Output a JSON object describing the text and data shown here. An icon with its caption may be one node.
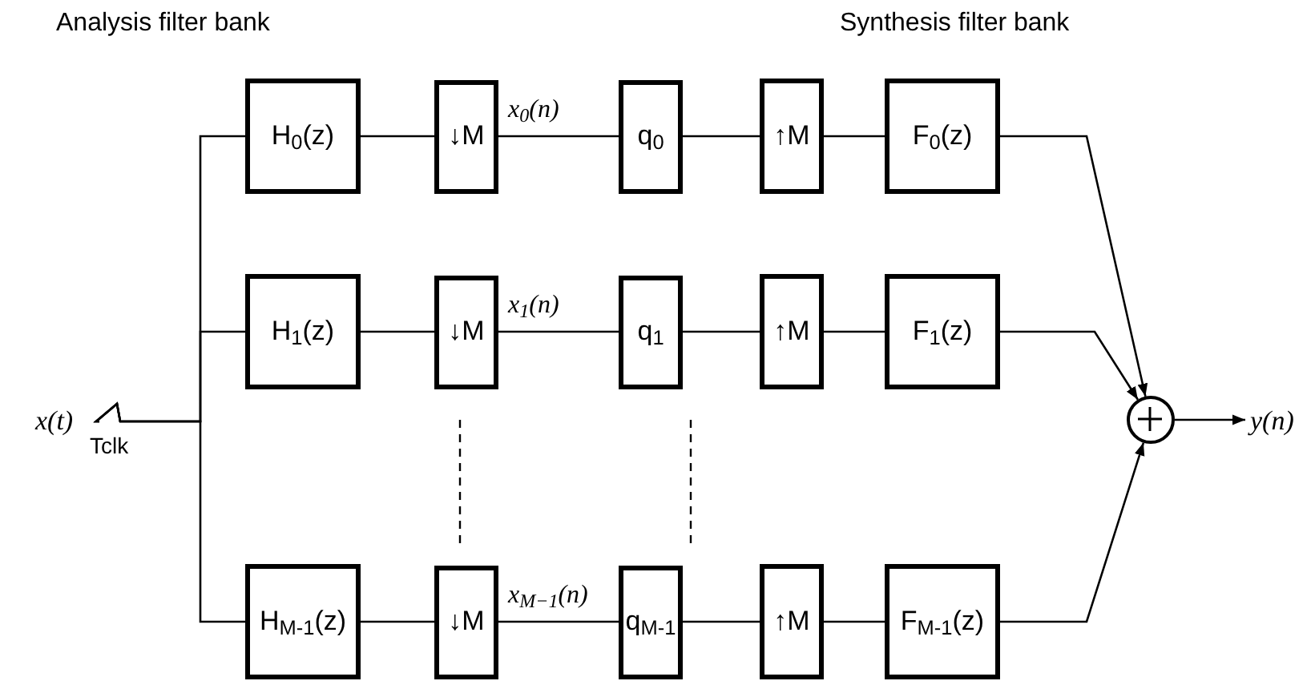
{
  "diagram": {
    "nodes": [
      {
        "text": [
          "x(t)"
        ]
      },
      {
        "text": [
          "H$_{0}$(z)"
        ]
      },
      {
        "text": [
          "↓M"
        ]
      },
      {
        "text": [
          "q$_{0}$"
        ]
      },
      {
        "text": [
          "↑M"
        ]
      },
      {
        "text": [
          "F$_{0}$(z)"
        ]
      },
      {
        "text": [
          "H$_{1}$(z)"
        ]
      },
      {
        "text": [
          "↓M"
        ]
      },
      {
        "text": [
          "q$_{1}$"
        ]
      },
      {
        "text": [
          "↑M"
        ]
      },
      {
        "text": [
          "F$_{1}$(z)"
        ]
      },
      {
        "text": [
          "H$_{M-1}$(z)"
        ]
      },
      {
        "text": [
          "↓M"
        ]
      },
      {
        "text": [
          "q$_{M-1}$"
        ]
      },
      {
        "text": [
          "↑M"
        ]
      },
      {
        "text": [
          "F$_{M-1}$(z)"
        ]
      },
      {
        "text": [],
        "shape": "circle"
      },
      {
        "text": [
          "y(n)"
        ]
      }
    ],
    "edges": [
      {
        "from": 0,
        "to": 1,
        "arrow": "none"
      },
      {
        "from": 0,
        "to": 6,
        "arrow": "none"
      },
      {
        "from": 0,
        "to": 11,
        "arrow": "none"
      },
      {
        "from": 1,
        "to": 2,
        "arrow": "none"
      },
      {
        "from": 2,
        "to": 3,
        "arrow": "none",
        "label": "x$_{0}$(n)"
      },
      {
        "from": 3,
        "to": 4,
        "arrow": "none"
      },
      {
        "from": 4,
        "to": 5,
        "arrow": "none"
      },
      {
        "from": 5,
        "to": 16,
        "arrow": "to"
      },
      {
        "from": 6,
        "to": 7,
        "arrow": "none"
      },
      {
        "from": 7,
        "to": 8,
        "arrow": "none",
        "label": "x$_{1}$(n)"
      },
      {
        "from": 8,
        "to": 9,
        "arrow": "none"
      },
      {
        "from": 9,
        "to": 10,
        "arrow": "none"
      },
      {
        "from": 10,
        "to": 16,
        "arrow": "to"
      },
      {
        "from": 11,
        "to": 12,
        "arrow": "none"
      },
      {
        "from": 12,
        "to": 13,
        "arrow": "none",
        "label": "x$_{M−1}$(n)"
      },
      {
        "from": 13,
        "to": 14,
        "arrow": "none"
      },
      {
        "from": 14,
        "to": 15,
        "arrow": "none"
      },
      {
        "from": 15,
        "to": 16,
        "arrow": "to"
      },
      {
        "from": 16,
        "to": 17,
        "arrow": "to"
      }
    ],
    "labels": [
      "Analysis filter bank",
      "Synthesis filter bank",
      "Tclk"
    ]
  }
}
